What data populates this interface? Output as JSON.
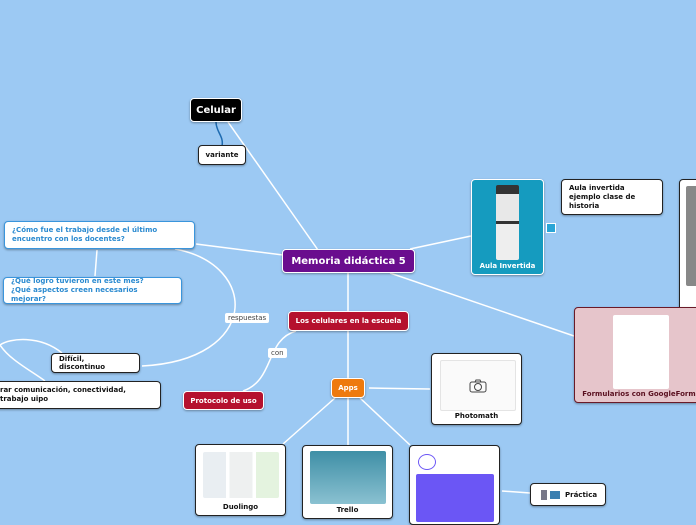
{
  "central": "Memoria didáctica 5",
  "nodes": {
    "celular": "Celular",
    "variante": "variante",
    "q1": "¿Cómo fue el trabajo desde el último encuentro con los docentes?",
    "q2a": "¿Qué logro tuvieron en este mes?",
    "q2b": "¿Qué aspectos creen necesarios mejorar?",
    "dificil": "Difícil, discontinuo",
    "mejorar": "rar comunicación, conectividad, trabajo uipo",
    "celulares_escuela": "Los celulares en la escuela",
    "protocolo": "Protocolo de uso",
    "apps": "Apps",
    "photomath": "Photomath",
    "duolingo": "Duolingo",
    "trello": "Trello",
    "practica": "Práctica",
    "aula_invertida": "Aula Invertida",
    "aula_nota": "Aula invertida ejemplo clase de historia",
    "formularios": "Formularios con GoogleForm"
  },
  "labels": {
    "respuestas": "respuestas",
    "con": "con"
  },
  "colors": {
    "background": "#9cc9f3",
    "central": "#6a0d8e",
    "red": "#b5112e",
    "orange": "#ee7a0e",
    "teal": "#159bbf",
    "pink": "#e6c5cb"
  }
}
